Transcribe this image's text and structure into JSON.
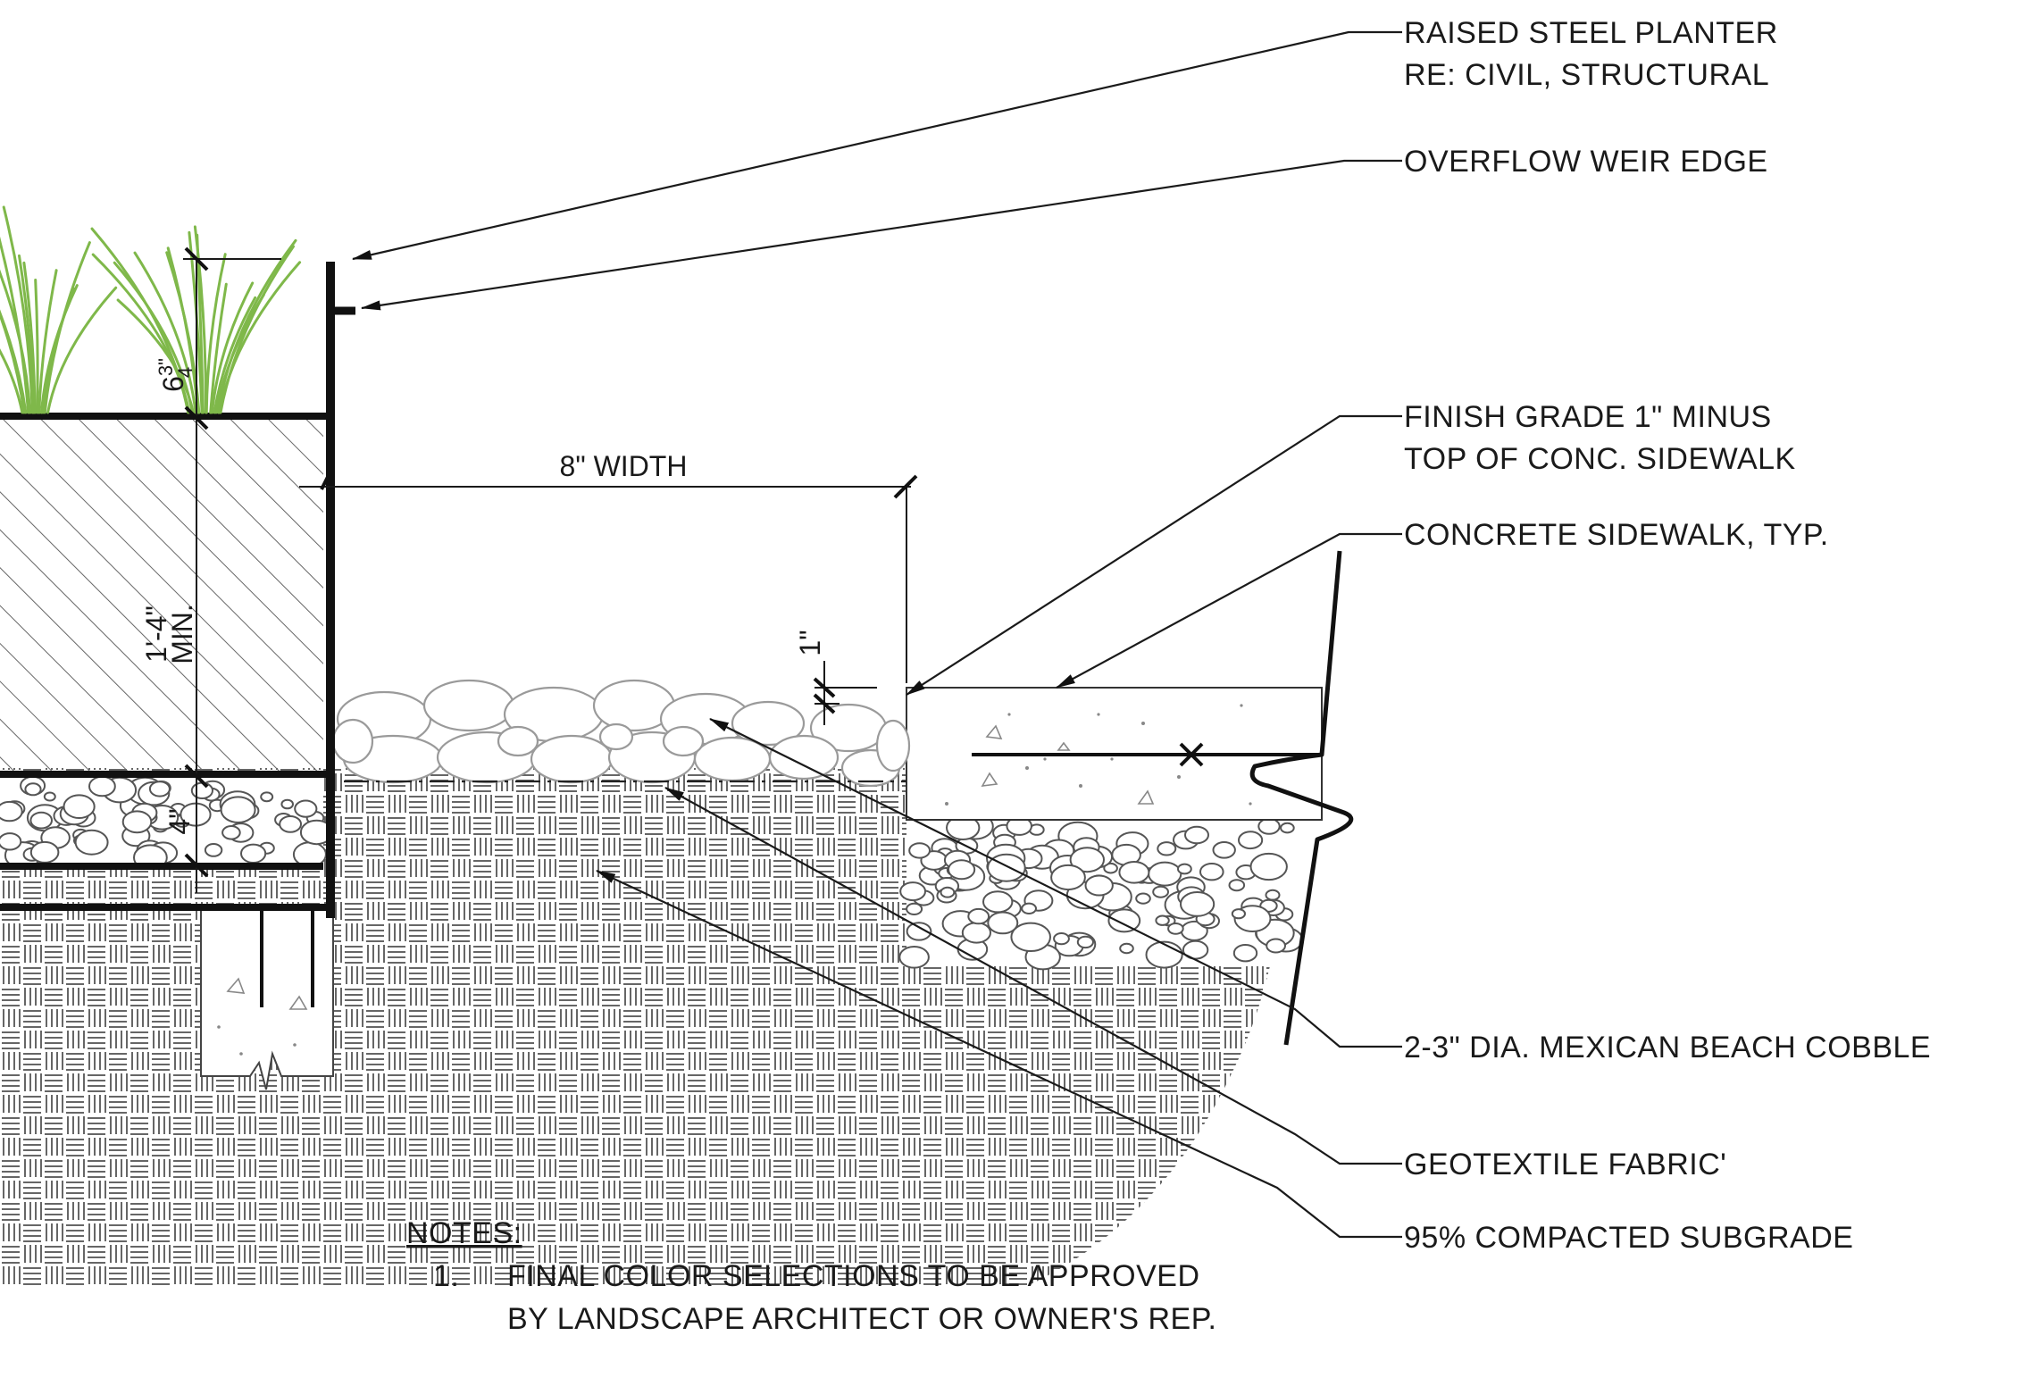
{
  "callouts": {
    "raised_steel_planter": "RAISED STEEL PLANTER",
    "raised_steel_planter_ref": "RE: CIVIL, STRUCTURAL",
    "overflow_weir_edge": "OVERFLOW WEIR EDGE",
    "finish_grade_line1": "FINISH GRADE 1\" MINUS",
    "finish_grade_line2": "TOP OF CONC. SIDEWALK",
    "concrete_sidewalk": "CONCRETE SIDEWALK, TYP.",
    "cobble": "2-3\" DIA. MEXICAN BEACH COBBLE",
    "geotextile": "GEOTEXTILE FABRIC'",
    "subgrade": "95% COMPACTED SUBGRADE"
  },
  "dimensions": {
    "width": "8\" WIDTH",
    "top_whole": "6",
    "top_num": "3",
    "top_den": "4",
    "top_inch": "\"",
    "planter_depth": "1'-4\"",
    "planter_depth_note": "MIN.",
    "gravel_depth": "4\"",
    "grade_drop": "1\""
  },
  "notes": {
    "heading": "NOTES:",
    "items": [
      {
        "number": "1.",
        "line1": "FINAL COLOR SELECTIONS TO BE APPROVED",
        "line2": "BY LANDSCAPE ARCHITECT OR OWNER'S REP."
      }
    ]
  },
  "colors": {
    "ink": "#1a1a1a",
    "grass": "#7fb84a",
    "cobble_outline": "#9a9a9a",
    "hatch": "#666666"
  }
}
